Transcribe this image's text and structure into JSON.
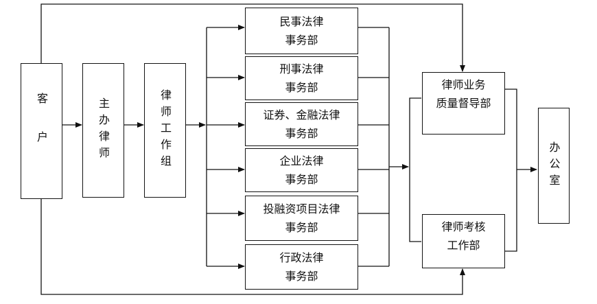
{
  "nodes": {
    "client": "客户",
    "lead_lawyer": "主办律师",
    "work_group": "律师工作组",
    "dept_civil": [
      "民事法律",
      "事务部"
    ],
    "dept_criminal": [
      "刑事法律",
      "事务部"
    ],
    "dept_securities": [
      "证券、金融法律",
      "事务部"
    ],
    "dept_enterprise": [
      "企业法律",
      "事务部"
    ],
    "dept_investment": [
      "投融资项目法律",
      "事务部"
    ],
    "dept_admin": [
      "行政法律",
      "事务部"
    ],
    "quality_supervision": [
      "律师业务",
      "质量督导部"
    ],
    "assessment_group": [
      "律师考核",
      "工作部"
    ],
    "office": "办公室"
  }
}
